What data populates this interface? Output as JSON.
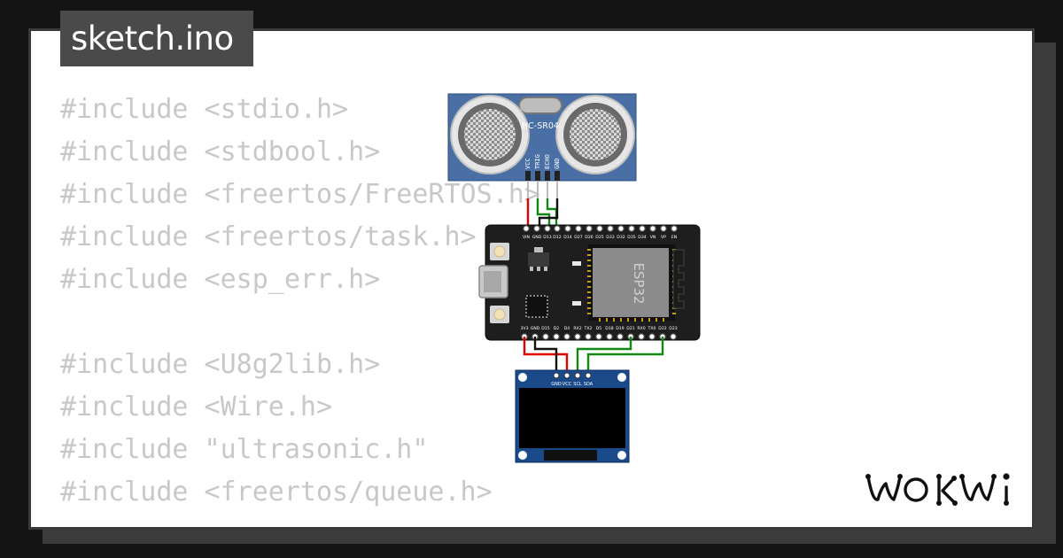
{
  "tab": {
    "filename": "sketch.ino"
  },
  "code_lines": [
    "#include <stdio.h>",
    "#include <stdbool.h>",
    "#include <freertos/FreeRTOS.h>",
    "#include <freertos/task.h>",
    "#include <esp_err.h>",
    "",
    "#include <U8g2lib.h>",
    "#include <Wire.h>",
    "#include \"ultrasonic.h\"",
    "#include <freertos/queue.h>"
  ],
  "sensor": {
    "model": "HC-SR04",
    "pins": [
      "VCC",
      "TRIG",
      "ECHO",
      "GND"
    ]
  },
  "board": {
    "chip": "ESP32",
    "top_pins": [
      "VIN",
      "GND",
      "D13",
      "D12",
      "D14",
      "D27",
      "D26",
      "D25",
      "D33",
      "D32",
      "D35",
      "D34",
      "VN",
      "VP",
      "EN"
    ],
    "bottom_pins": [
      "3V3",
      "GND",
      "D15",
      "D2",
      "D4",
      "RX2",
      "TX2",
      "D5",
      "D18",
      "D19",
      "D21",
      "RX0",
      "TX0",
      "D22",
      "D23"
    ]
  },
  "display": {
    "pins": [
      "GND",
      "VCC",
      "SCL",
      "SDA"
    ]
  },
  "wire_colors": {
    "power": "#e00000",
    "ground": "#111111",
    "signal": "#118811"
  },
  "logo": {
    "text": "WOKWI"
  }
}
